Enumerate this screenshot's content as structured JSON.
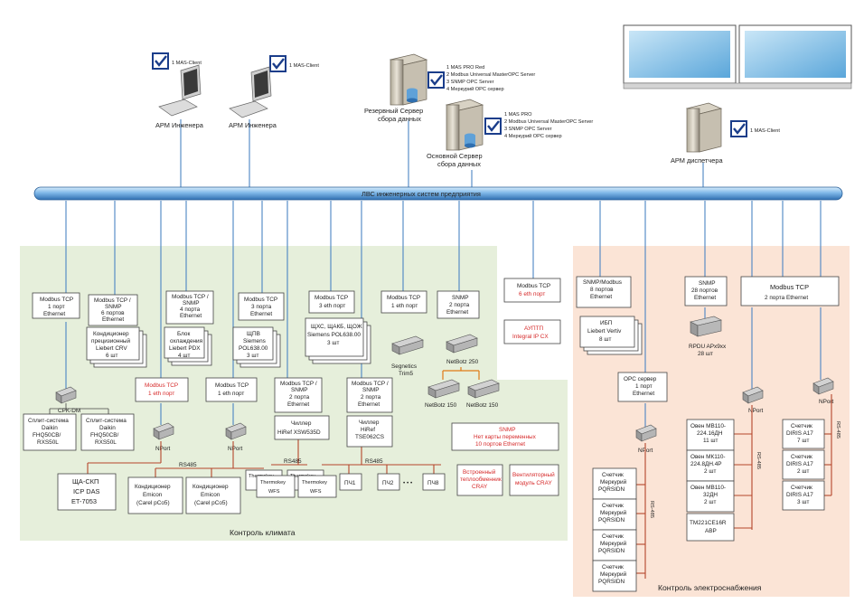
{
  "lan_label": "ЛВС инженерных систем предприятия",
  "zones": {
    "climate": "Контроль климата",
    "power": "Контроль электроснабжения"
  },
  "workstations": {
    "engineer1": {
      "label": "АРМ Инженера",
      "check": "1 MAS-Client"
    },
    "engineer2": {
      "label": "АРМ Инженера",
      "check": "1 MAS-Client"
    },
    "dispatcher": {
      "label": "АРМ диспетчера",
      "check": "1 MAS-Client"
    }
  },
  "servers": {
    "reserve": {
      "label1": "Резервный Сервер",
      "label2": "сбора данных",
      "items": [
        "1 MAS PRO Red",
        "2 Modbus Universal MasterOPC Server",
        "3 SNMP OPC Server",
        "4 Меркурий OPC сервер"
      ]
    },
    "main": {
      "label1": "Основной Сервер",
      "label2": "сбора данных",
      "items": [
        "1 MAS PRO",
        "2 Modbus Universal MasterOPC Server",
        "3 SNMP OPC Server",
        "4 Меркурий OPC сервер"
      ]
    }
  },
  "ports": {
    "p1": [
      "Modbus TCP",
      "1 порт",
      "Ethernet"
    ],
    "p2": [
      "Modbus TCP /",
      "SNMP",
      "6 портов",
      "Ethernet"
    ],
    "p3": [
      "Modbus TCP /",
      "SNMP",
      "4 порта",
      "Ethernet"
    ],
    "p4": [
      "Modbus TCP",
      "3 порта",
      "Ethernet"
    ],
    "p5": [
      "Modbus TCP",
      "3 eth порт"
    ],
    "p6": [
      "Modbus TCP",
      "1 eth порт"
    ],
    "p7": [
      "SNMP",
      "2 порта",
      "Ethernet"
    ],
    "p8": [
      "Modbus TCP",
      "6 eth порт"
    ],
    "p9": [
      "SNMP/Modbus",
      "8 портов",
      "Ethernet"
    ],
    "p10": [
      "SNMP",
      "28 портов",
      "Ethernet"
    ],
    "p11": [
      "Modbus TCP",
      "2 порта Ethernet"
    ],
    "p12": [
      "Modbus TCP",
      "1 eth порт"
    ],
    "p13": [
      "Modbus TCP",
      "1 eth порт"
    ],
    "p14": [
      "Modbus TCP /",
      "SNMP",
      "2 порта",
      "Ethernet"
    ],
    "p15": [
      "Modbus TCP /",
      "SNMP",
      "2 порта",
      "Ethernet"
    ],
    "p16": [
      "OPC сервер",
      "1 порт",
      "Ethernet"
    ]
  },
  "devices": {
    "liebert_crv": [
      "Кондиционер",
      "прецизионный",
      "Liebert CRV",
      "6 шт"
    ],
    "liebert_pdx": [
      "Блок",
      "охлаждения",
      "Liebert PDX",
      "4 шт"
    ],
    "shchpv": [
      "ЩПВ",
      "Siemens",
      "POL638.00",
      "3 шт"
    ],
    "shchxs": [
      "ЩХС, ЩАКБ, ЩОЖ",
      "Siemens POL638.00",
      "3 шт"
    ],
    "auptp": [
      "АУПТП",
      "Integral IP CX"
    ],
    "ups": [
      "ИБП",
      "Liebert Vertiv",
      "8 шт"
    ],
    "rpdu": [
      "RPDU APx9xx",
      "28 шт"
    ],
    "split1": [
      "Сплит-система",
      "Daikin",
      "FHQ50CB/",
      "RXS50L"
    ],
    "split2": [
      "Сплит-система",
      "Daikin",
      "FHQ50CB/",
      "RXS50L"
    ],
    "shcha": [
      "ЩА-СКП",
      "ICP DAS",
      "ET-7053"
    ],
    "emicon1": [
      "Кондиционер",
      "Emicon",
      "(Carel pCo5)"
    ],
    "emicon2": [
      "Кондиционер",
      "Emicon",
      "(Carel pCo5)"
    ],
    "chiller1": [
      "Чиллер",
      "HiRef XSW535D"
    ],
    "chiller2": [
      "Чиллер",
      "HiRef",
      "TSE062CS"
    ],
    "thermokey1": [
      "Thermokey",
      "WFS"
    ],
    "thermokey2": [
      "Thermokey",
      "WFS"
    ],
    "thermokey_back": "Thermokey",
    "pch1": "ПЧ1",
    "pch2": "ПЧ2",
    "pch8": "ПЧ8",
    "snmp_note": [
      "SNMP",
      "Нет карты переменных",
      "10 портов Ethernet"
    ],
    "builtin_he": [
      "Встроенный",
      "теплообменник",
      "CRAY"
    ],
    "fan_module": [
      "Вентиляторный",
      "модуль CRAY"
    ],
    "owen1": [
      "Овен МВ110-",
      "224.16ДН",
      "11 шт"
    ],
    "owen2": [
      "Овен МК110-",
      "224.8ДН.4Р",
      "2 шт"
    ],
    "owen3": [
      "Овен МВ110-",
      "32ДН",
      "2 шт"
    ],
    "tm221": [
      "TM221CE16R",
      "АВР"
    ],
    "diris1": [
      "Счетчик",
      "DIRIS A17",
      "7 шт"
    ],
    "diris2": [
      "Счетчик",
      "DIRIS A17",
      "2 шт"
    ],
    "diris3": [
      "Счетчик",
      "DIRIS A17",
      "3 шт"
    ],
    "meter": [
      "Счетчик",
      "Меркурий",
      "PQRSIDN"
    ]
  },
  "gateways": {
    "cpk": "CPK-DM",
    "nport": "NPort",
    "segnetics": [
      "Segnetics",
      "Trim5"
    ],
    "netboz250": "NetBotz 250",
    "netboz150": "NetBotz 150"
  },
  "bus": {
    "rs485": "RS485",
    "rs485v": "RS-485"
  },
  "ellipsis": "• • •"
}
